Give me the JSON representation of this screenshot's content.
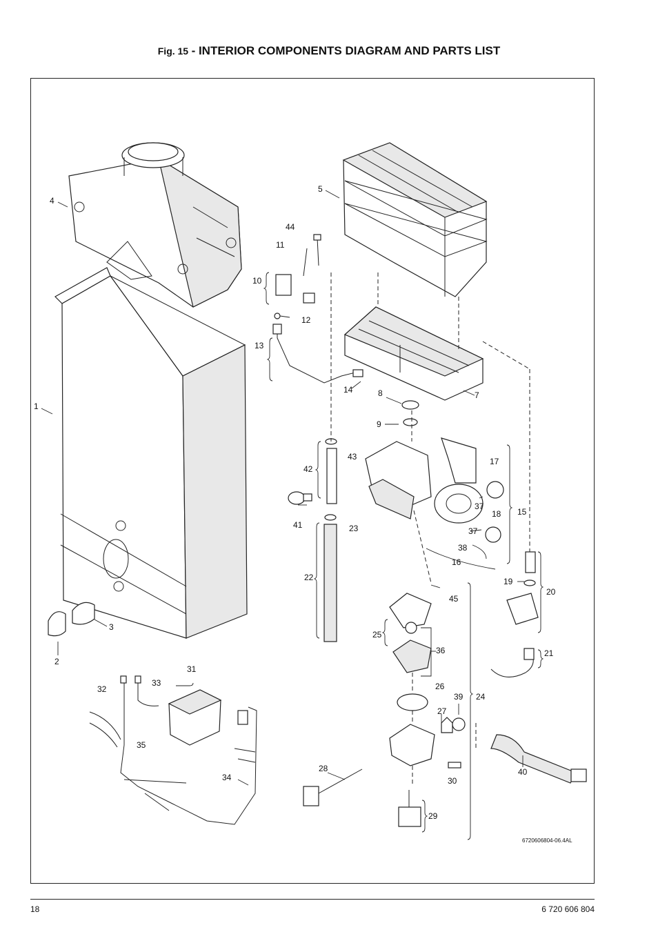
{
  "header": {
    "fig_prefix": "Fig. 15",
    "title": "- INTERIOR COMPONENTS DIAGRAM AND PARTS LIST"
  },
  "diagram": {
    "drawing_code": "6720606804-06.4AL",
    "labels": [
      "1",
      "2",
      "3",
      "4",
      "5",
      "7",
      "8",
      "9",
      "10",
      "11",
      "12",
      "13",
      "14",
      "15",
      "16",
      "17",
      "18",
      "19",
      "20",
      "21",
      "22",
      "23",
      "24",
      "25",
      "26",
      "27",
      "28",
      "29",
      "30",
      "31",
      "32",
      "33",
      "34",
      "35",
      "36",
      "37",
      "37",
      "38",
      "39",
      "40",
      "41",
      "42",
      "43",
      "44",
      "45"
    ]
  },
  "footer": {
    "page_number": "18",
    "document_number": "6 720 606 804"
  }
}
